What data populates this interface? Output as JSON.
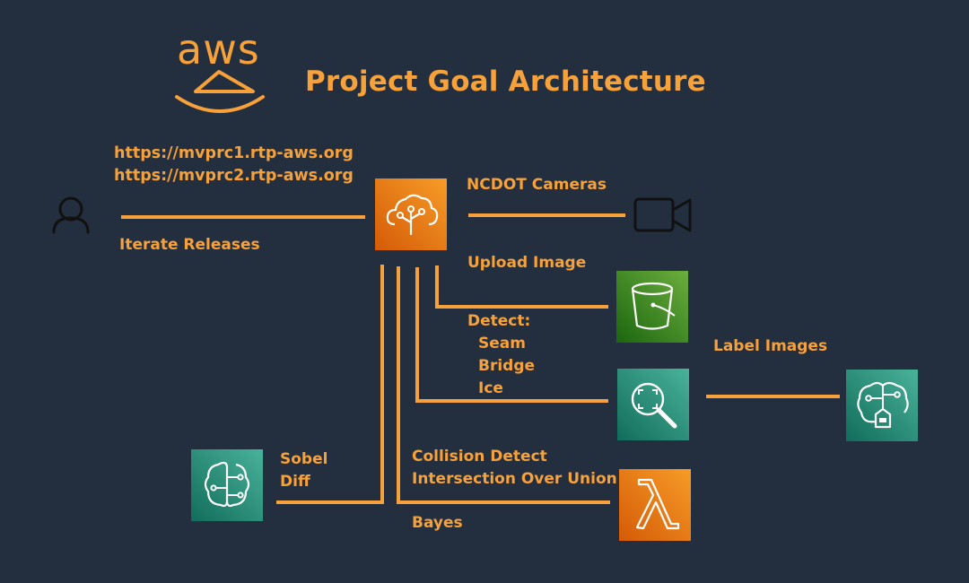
{
  "logo": {
    "text": "aws"
  },
  "title": "Project Goal Architecture",
  "urls": [
    "https://mvprc1.rtp-aws.org",
    "https://mvprc2.rtp-aws.org"
  ],
  "labels": {
    "iterate": "Iterate Releases",
    "cameras": "NCDOT Cameras",
    "upload": "Upload Image",
    "detect_heading": "Detect:",
    "detect_items": [
      "Seam",
      "Bridge",
      "Ice"
    ],
    "label_images": "Label Images",
    "collision": "Collision Detect",
    "iou": "Intersection Over Union",
    "bayes": "Bayes",
    "sobel": "Sobel",
    "diff": "Diff"
  },
  "icons": {
    "user": "user-icon",
    "hub": "amplify-hub-icon",
    "camera": "video-camera-icon",
    "bucket": "s3-bucket-icon",
    "rekognition": "rekognition-icon",
    "ground_truth": "ground-truth-icon",
    "lambda": "lambda-icon",
    "sagemaker": "sagemaker-icon"
  },
  "colors": {
    "background": "#232f3e",
    "accent": "#f7a13b",
    "orange_tile": "#e6711c",
    "green_tile": "#3f8624",
    "teal_tile": "#1e9c7a"
  }
}
